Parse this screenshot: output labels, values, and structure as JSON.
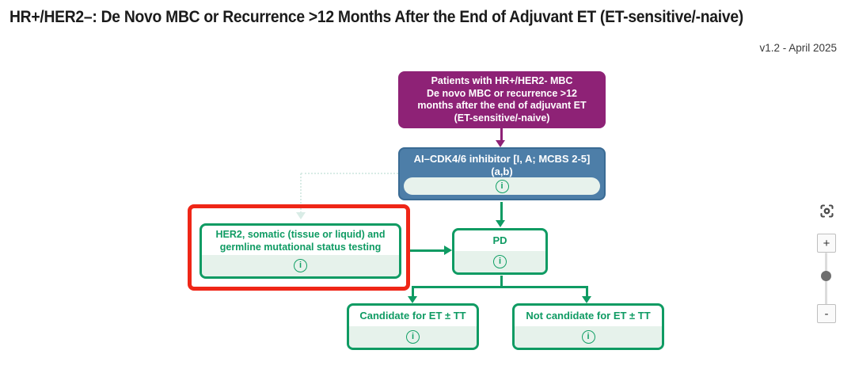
{
  "header": {
    "title": "HR+/HER2–: De Novo MBC or Recurrence >12 Months After the End of Adjuvant ET (ET-sensitive/-naive)",
    "version": "v1.2 - April 2025"
  },
  "flow": {
    "patients": {
      "line1": "Patients with HR+/HER2- MBC",
      "line2": "De novo MBC or recurrence >12",
      "line3": "months after the end of adjuvant ET",
      "line4": "(ET-sensitive/-naive)"
    },
    "treatment": {
      "line1": "AI–CDK4/6 inhibitor [I, A; MCBS 2-5]",
      "line2": "(a,b)"
    },
    "testing": {
      "line1": "HER2, somatic (tissue or liquid) and",
      "line2": "germline mutational status testing"
    },
    "pd": {
      "label": "PD"
    },
    "candidate": {
      "label": "Candidate for ET ± TT"
    },
    "not_candidate": {
      "label": "Not candidate for ET ± TT"
    },
    "info_glyph": "i"
  },
  "controls": {
    "zoom_in": "+",
    "zoom_out": "-",
    "focus_icon": "center-focus-icon",
    "info_icon": "info-circle-icon"
  },
  "colors": {
    "purple": "#8E2276",
    "blue": "#4D7EA8",
    "green": "#0F9B63",
    "pale_green": "#E6F2EB",
    "highlight_red": "#EF2617",
    "dotted_pale": "#D9ECE6"
  }
}
